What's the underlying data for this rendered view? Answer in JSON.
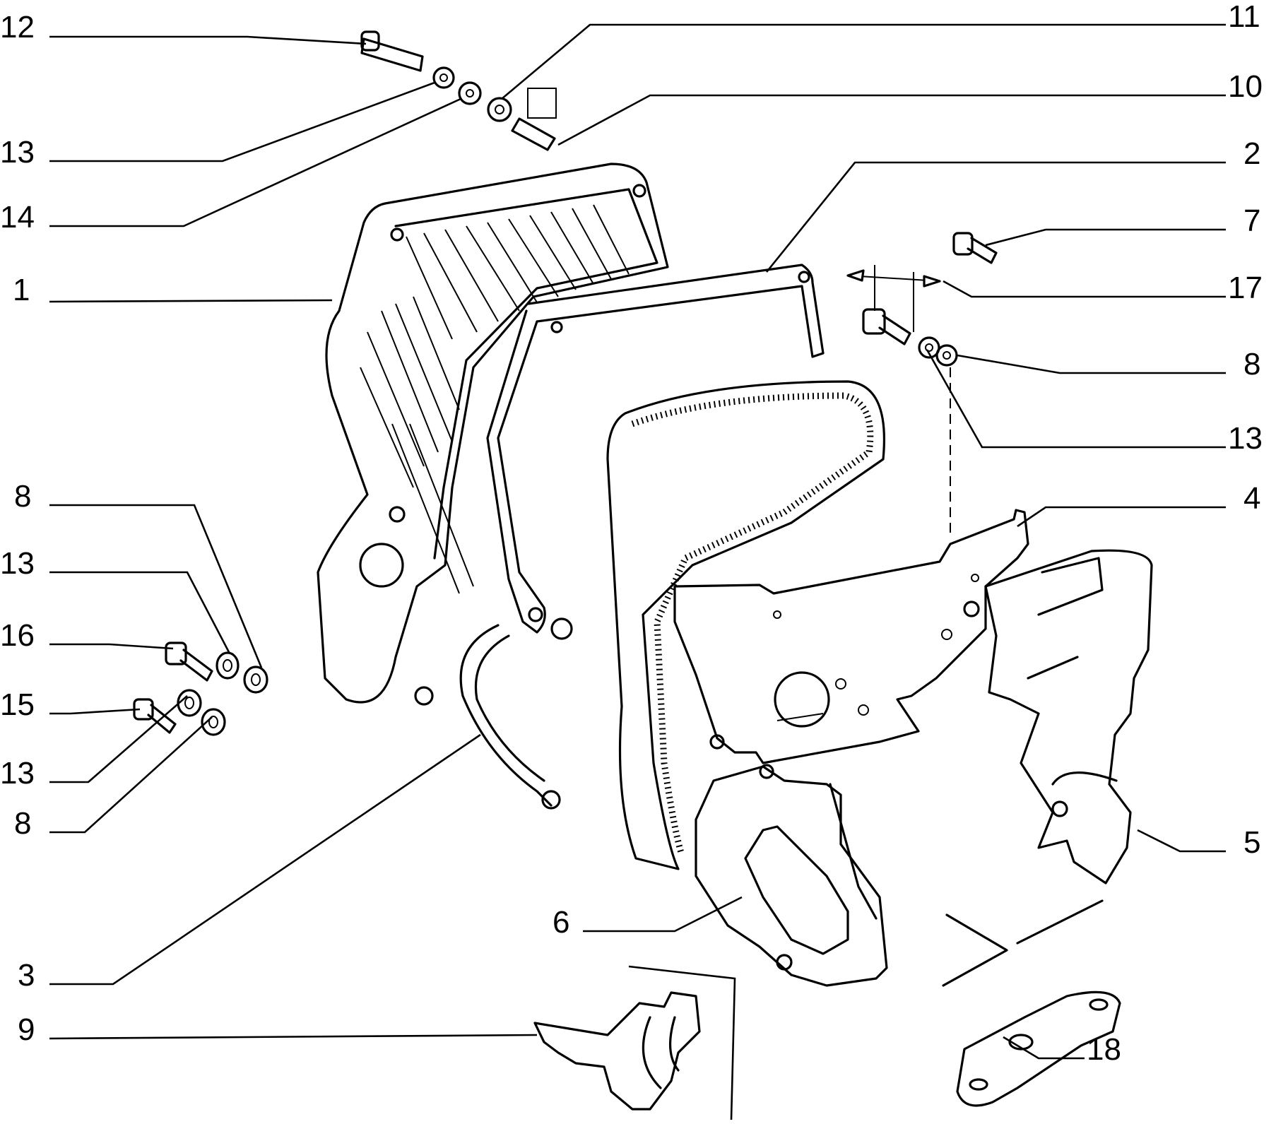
{
  "callouts": {
    "c1": "1",
    "c2": "2",
    "c3": "3",
    "c4": "4",
    "c5": "5",
    "c6": "6",
    "c7": "7",
    "c8a": "8",
    "c8b": "8",
    "c8c": "8",
    "c9": "9",
    "c10": "10",
    "c11": "11",
    "c12": "12",
    "c13a": "13",
    "c13b": "13",
    "c13c": "13",
    "c13d": "13",
    "c14": "14",
    "c15": "15",
    "c16": "16",
    "c17": "17",
    "c18": "18"
  }
}
